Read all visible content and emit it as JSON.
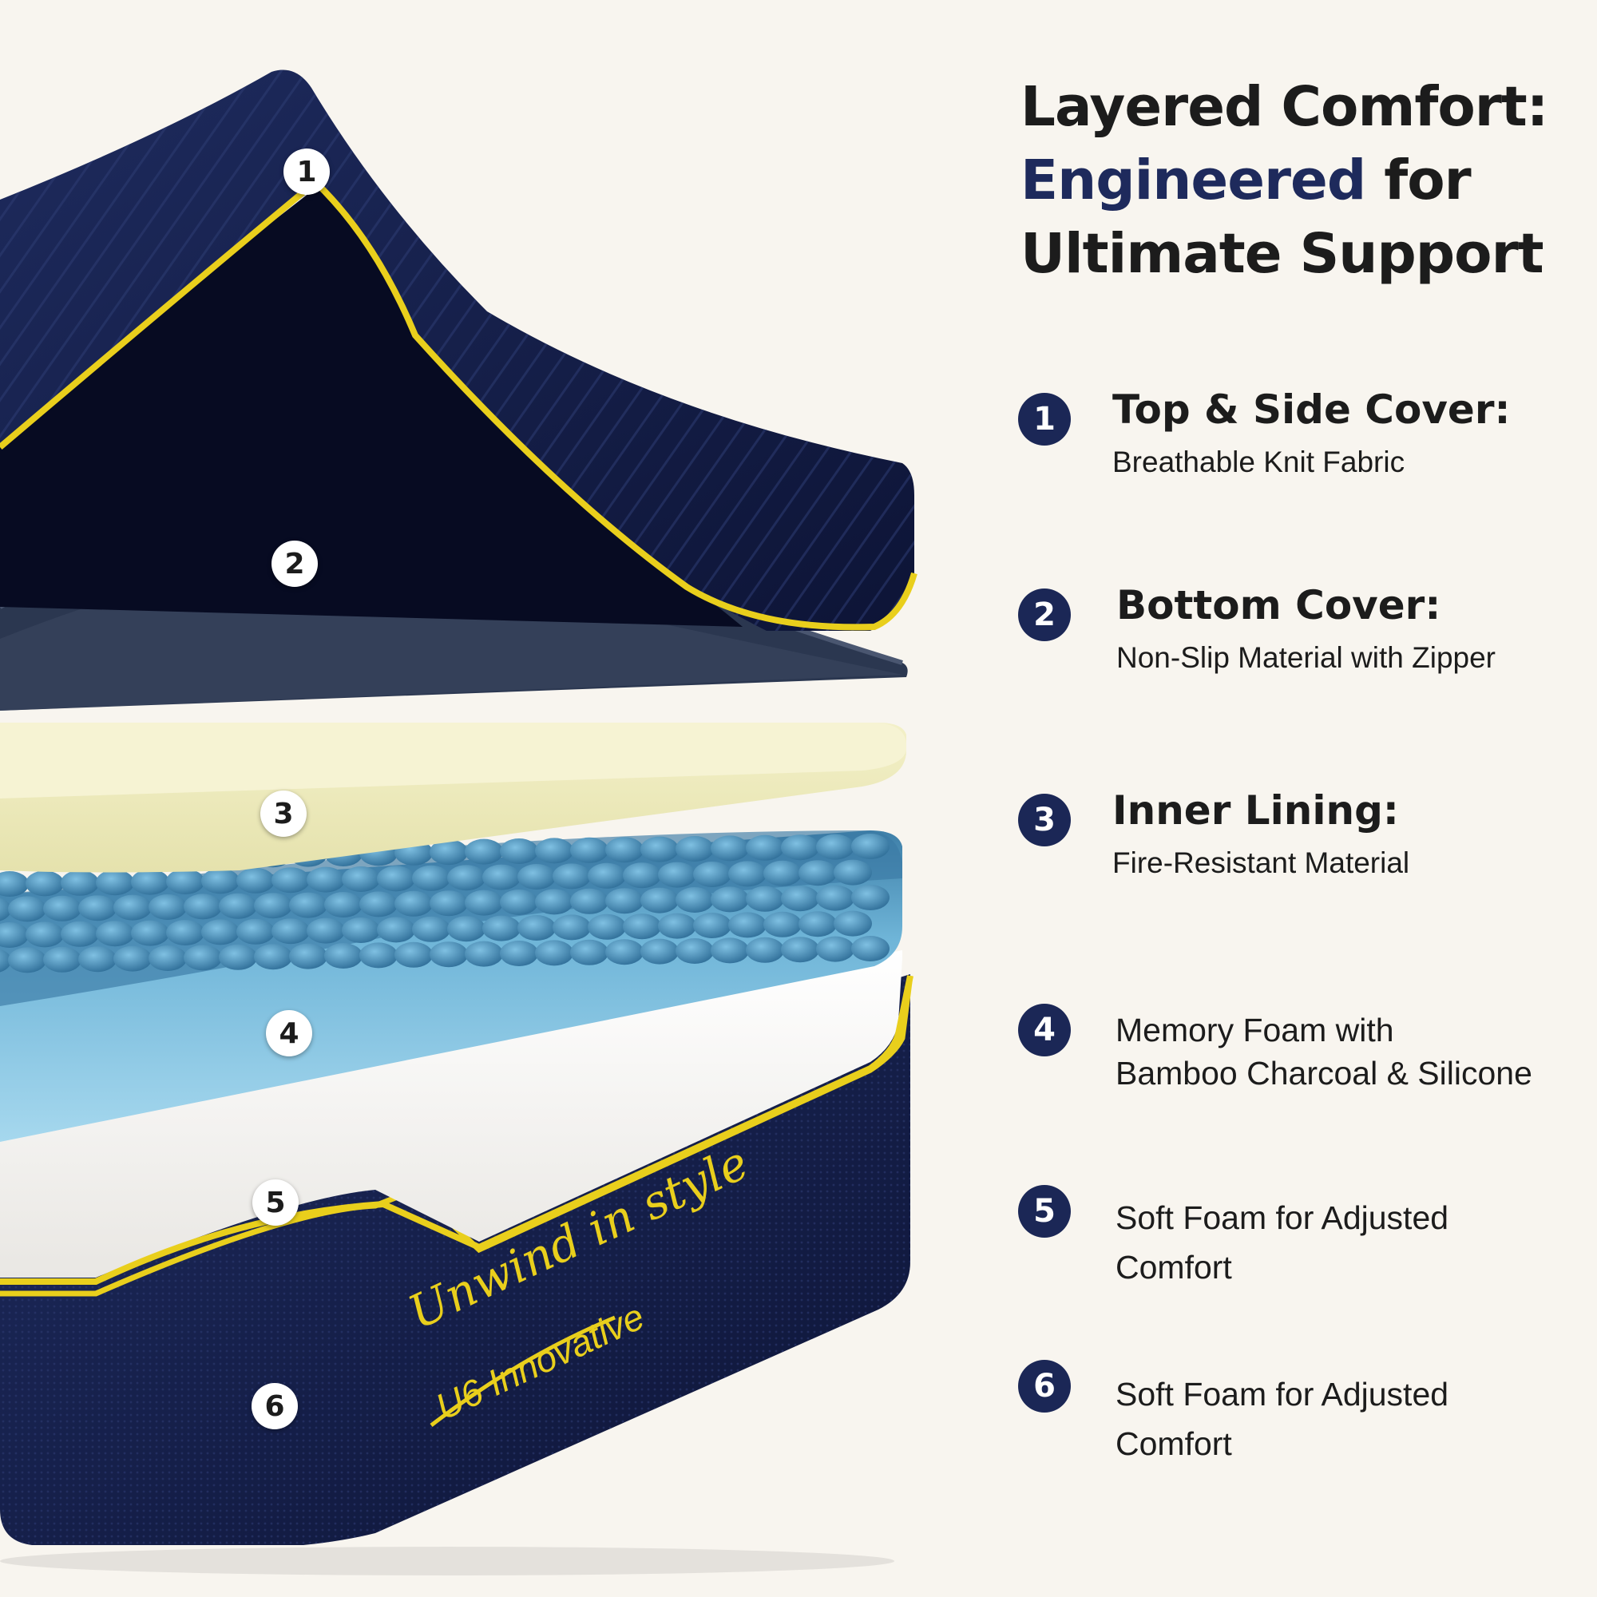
{
  "heading": {
    "line1": "Layered Comfort:",
    "line2_accent": "Engineered",
    "line2_rest": " for",
    "line3": "Ultimate Support"
  },
  "features": [
    {
      "number": "1",
      "title": "Top & Side Cover:",
      "subtitle": "Breathable Knit Fabric"
    },
    {
      "number": "2",
      "title": "Bottom Cover:",
      "subtitle": "Non-Slip Material with Zipper"
    },
    {
      "number": "3",
      "title": "Inner Lining:",
      "subtitle": "Fire-Resistant Material"
    },
    {
      "number": "4",
      "line1": "Memory Foam with",
      "line2": "Bamboo Charcoal & Silicone"
    },
    {
      "number": "5",
      "line1": "Soft Foam for Adjusted",
      "line2": "Comfort"
    },
    {
      "number": "6",
      "line1": "Soft Foam for Adjusted",
      "line2": "Comfort"
    }
  ],
  "markers": [
    "1",
    "2",
    "3",
    "4",
    "5",
    "6"
  ],
  "brand": {
    "script": "Unwind in style",
    "name": "U6 Innovative"
  },
  "colors": {
    "background": "#f8f5ef",
    "navy": "#1b2756",
    "accent_yellow": "#e9cf1c",
    "memory_foam_blue": "#8fcbe6",
    "inner_lining_cream": "#ece9b8"
  }
}
